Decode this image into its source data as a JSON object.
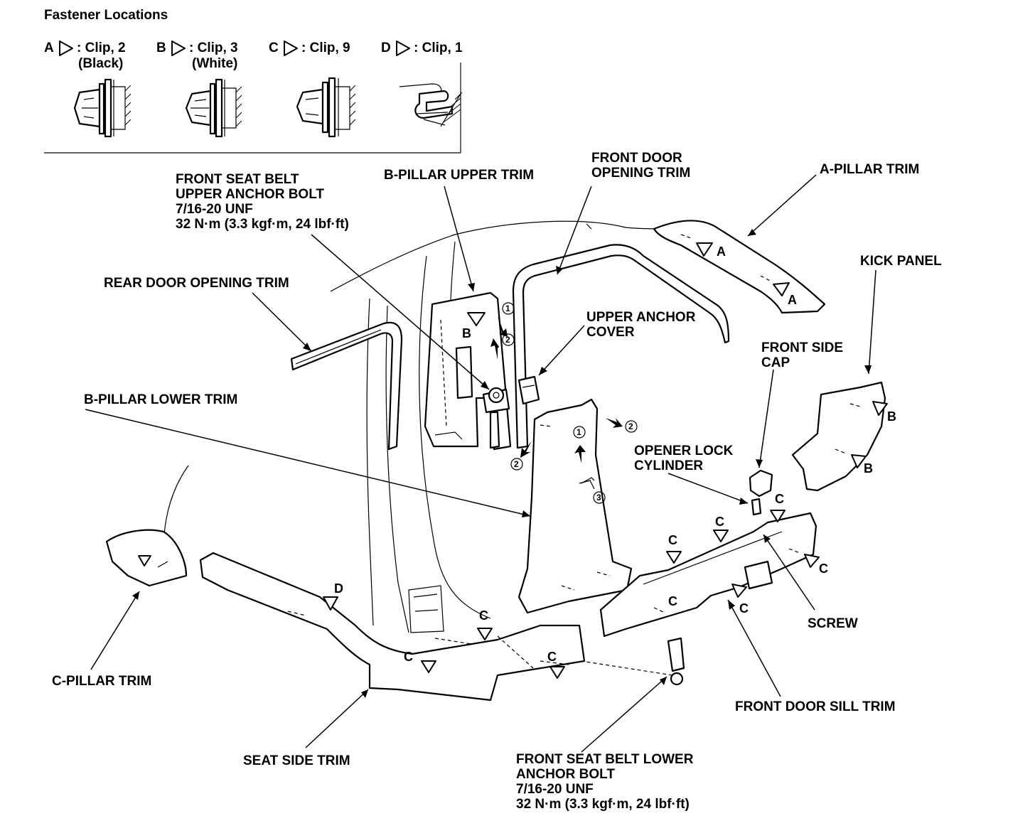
{
  "legend": {
    "title": "Fastener Locations",
    "items": [
      {
        "letter": "A",
        "text": ": Clip, 2",
        "sub": "(Black)"
      },
      {
        "letter": "B",
        "text": ": Clip, 3",
        "sub": "(White)"
      },
      {
        "letter": "C",
        "text": ": Clip, 9",
        "sub": ""
      },
      {
        "letter": "D",
        "text": ": Clip, 1",
        "sub": ""
      }
    ]
  },
  "labels": {
    "belt_upper": [
      "FRONT SEAT BELT",
      "UPPER ANCHOR BOLT",
      "7/16-20 UNF",
      "32 N·m (3.3 kgf·m, 24 lbf·ft)"
    ],
    "b_pillar_upper": "B-PILLAR UPPER TRIM",
    "front_door_opening": [
      "FRONT DOOR",
      "OPENING TRIM"
    ],
    "a_pillar": "A-PILLAR TRIM",
    "kick_panel": "KICK PANEL",
    "rear_door_opening": "REAR DOOR OPENING TRIM",
    "upper_anchor_cover": [
      "UPPER ANCHOR",
      "COVER"
    ],
    "front_side_cap": [
      "FRONT SIDE",
      "CAP"
    ],
    "b_pillar_lower": "B-PILLAR LOWER TRIM",
    "opener_lock": [
      "OPENER LOCK",
      "CYLINDER"
    ],
    "screw": "SCREW",
    "c_pillar": "C-PILLAR TRIM",
    "front_door_sill": "FRONT DOOR SILL TRIM",
    "seat_side": "SEAT SIDE TRIM",
    "belt_lower": [
      "FRONT SEAT BELT LOWER",
      "ANCHOR BOLT",
      "7/16-20 UNF",
      "32 N·m (3.3 kgf·m, 24 lbf·ft)"
    ]
  },
  "callouts": {
    "A": "A",
    "B": "B",
    "C": "C",
    "D": "D",
    "step1": "1",
    "step2": "2",
    "step3": "3"
  }
}
